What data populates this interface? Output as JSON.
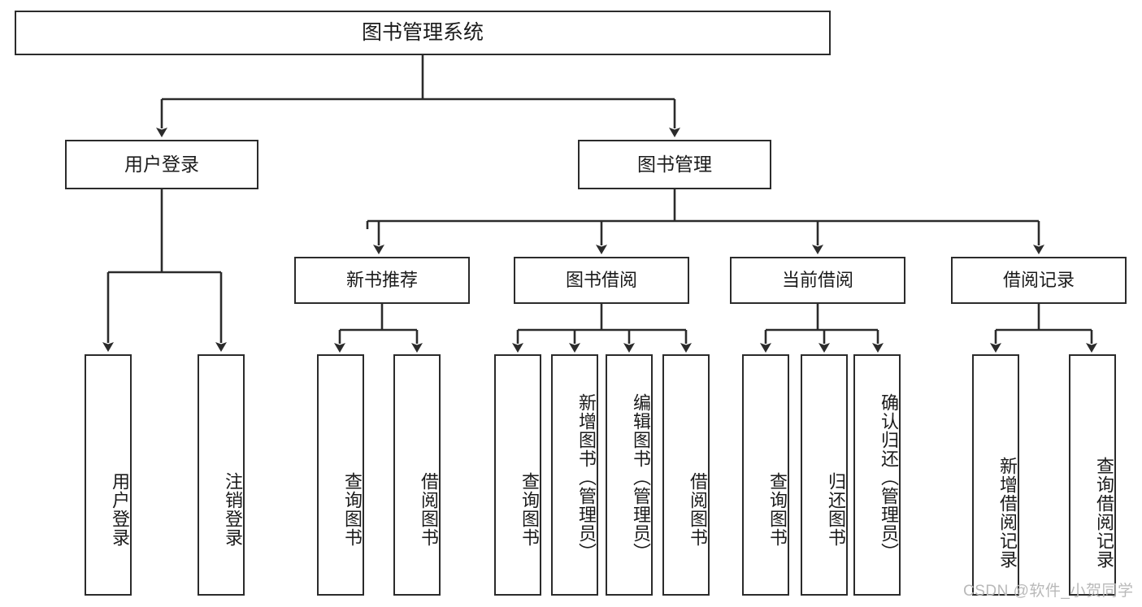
{
  "diagram": {
    "type": "hierarchy-tree",
    "title": "图书管理系统",
    "root": {
      "label": "图书管理系统"
    },
    "level1": [
      {
        "id": "user-login",
        "label": "用户登录"
      },
      {
        "id": "book-manage",
        "label": "图书管理"
      }
    ],
    "level2": [
      {
        "id": "new-book-recommend",
        "label": "新书推荐",
        "parent": "book-manage"
      },
      {
        "id": "book-borrow",
        "label": "图书借阅",
        "parent": "book-manage"
      },
      {
        "id": "current-borrow",
        "label": "当前借阅",
        "parent": "book-manage"
      },
      {
        "id": "borrow-record",
        "label": "借阅记录",
        "parent": "book-manage"
      }
    ],
    "leaves": [
      {
        "id": "leaf-user-login",
        "label": "用户登录",
        "parent": "user-login"
      },
      {
        "id": "leaf-user-logout",
        "label": "注销登录",
        "parent": "user-login"
      },
      {
        "id": "leaf-query-book-1",
        "label": "查询图书",
        "parent": "new-book-recommend"
      },
      {
        "id": "leaf-borrow-book-1",
        "label": "借阅图书",
        "parent": "new-book-recommend"
      },
      {
        "id": "leaf-query-book-2",
        "label": "查询图书",
        "parent": "book-borrow"
      },
      {
        "id": "leaf-add-book",
        "label": "新增图书（管理员）",
        "parent": "book-borrow"
      },
      {
        "id": "leaf-edit-book",
        "label": "编辑图书（管理员）",
        "parent": "book-borrow"
      },
      {
        "id": "leaf-borrow-book-2",
        "label": "借阅图书",
        "parent": "book-borrow"
      },
      {
        "id": "leaf-query-book-3",
        "label": "查询图书",
        "parent": "current-borrow"
      },
      {
        "id": "leaf-return-book",
        "label": "归还图书",
        "parent": "current-borrow"
      },
      {
        "id": "leaf-confirm-return",
        "label": "确认归还（管理员）",
        "parent": "current-borrow"
      },
      {
        "id": "leaf-add-record",
        "label": "新增借阅记录",
        "parent": "borrow-record"
      },
      {
        "id": "leaf-query-record",
        "label": "查询借阅记录",
        "parent": "borrow-record"
      }
    ],
    "colors": {
      "stroke": "#2b2b2b",
      "fill": "#ffffff",
      "text": "#1b1b1b",
      "watermark": "#b9b9b9"
    }
  },
  "watermark": {
    "text": "CSDN @软件_小贺同学"
  }
}
